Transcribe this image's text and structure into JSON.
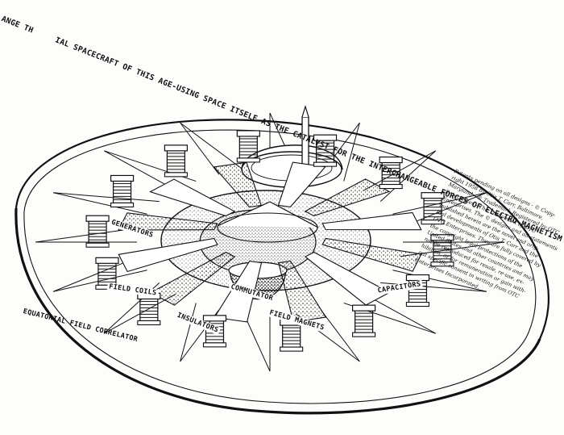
{
  "title_banner": {
    "left": "ANGE TH",
    "right": "IAL SPACECRAFT OF THIS AGE-USING SPACE ITSELF AS THE CATALYST FOR THE INTERCHANGEABLE FORCES OF ELECTRO-MAGNETISM AND GRAVITY"
  },
  "labels": {
    "generators": "GENERATORS",
    "field_coils": "FIELD COILS",
    "commutator": "COMMUTATOR",
    "insulators": "INSULATORS",
    "field_magnets": "FIELD MAGNETS",
    "capacitors": "CAPACITORS",
    "equatorial": "EQUATORIAL FIELD CORRELATOR"
  },
  "notice_lines": [
    "Patents pending on all designs - © Copy-",
    "right 1958 by Otis T. Carr, Baltimore,",
    "Maryland - ® Trademark Registered by OTC",
    "Enterprises - The Trademark of OTC",
    "Enterprises. The © designs and all statements",
    "published herein are the novel and orig-",
    "inal developments of Otis T. Carr and the",
    "OTC Enterprises. They are fully covered by",
    "the copyright legal protections of the",
    "United States and other countries and may",
    "not be reproduced for resale, re-use, ex-",
    "hibition, or for remuneration or gain with-",
    "out specific consent in writing from OTC",
    "Enterprises Incorporated."
  ]
}
